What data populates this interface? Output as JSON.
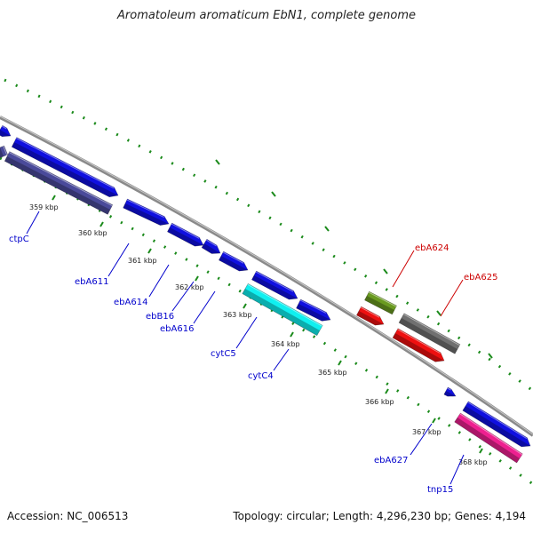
{
  "title": "Aromatoleum aromaticum EbN1, complete genome",
  "footer": {
    "accession": "Accession: NC_006513",
    "summary": "Topology: circular; Length: 4,296,230 bp; Genes: 4,194"
  },
  "colors": {
    "axis": "#999999",
    "grid": "#1a8a1a",
    "label_blue": "#0000cc",
    "label_red": "#cc0000",
    "blue": "#1010e0",
    "slate": "#4a4a9a",
    "cyan": "#10f0f0",
    "olive": "#6a9a20",
    "red": "#ee1010",
    "gray": "#707070",
    "magenta": "#ee2090"
  },
  "ticks": [
    {
      "label": "359 kbp"
    },
    {
      "label": "360 kbp"
    },
    {
      "label": "361 kbp"
    },
    {
      "label": "362 kbp"
    },
    {
      "label": "363 kbp"
    },
    {
      "label": "364 kbp"
    },
    {
      "label": "365 kbp"
    },
    {
      "label": "366 kbp"
    },
    {
      "label": "367 kbp"
    },
    {
      "label": "368 kbp"
    }
  ],
  "gene_labels": [
    {
      "name": "ctpC",
      "color": "label_blue"
    },
    {
      "name": "ebA611",
      "color": "label_blue"
    },
    {
      "name": "ebA614",
      "color": "label_blue"
    },
    {
      "name": "ebB16",
      "color": "label_blue"
    },
    {
      "name": "ebA616",
      "color": "label_blue"
    },
    {
      "name": "cytC5",
      "color": "label_blue"
    },
    {
      "name": "cytC4",
      "color": "label_blue"
    },
    {
      "name": "ebA627",
      "color": "label_blue"
    },
    {
      "name": "tnp15",
      "color": "label_blue"
    },
    {
      "name": "ebA624",
      "color": "label_red"
    },
    {
      "name": "ebA625",
      "color": "label_red"
    }
  ]
}
